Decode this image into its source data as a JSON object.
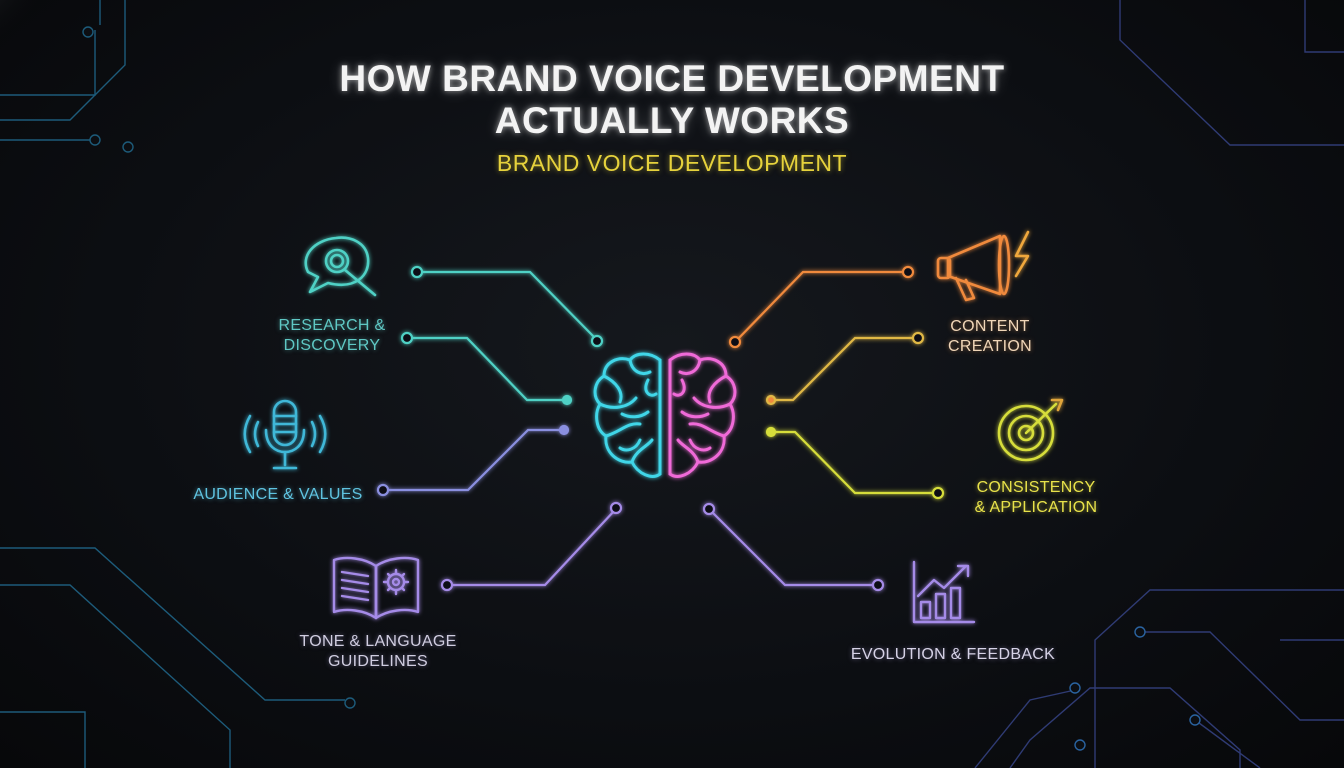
{
  "header": {
    "title_line_1": "HOW BRAND VOICE DEVELOPMENT",
    "title_line_2": "ACTUALLY WORKS",
    "subtitle": "BRAND VOICE DEVELOPMENT"
  },
  "center": {
    "icon": "brain-icon"
  },
  "nodes": [
    {
      "id": "research",
      "line1": "RESEARCH &",
      "line2": "DISCOVERY",
      "icon": "speech-bubble-magnifier-icon",
      "color": "#4fd1c5"
    },
    {
      "id": "audience",
      "line1": "AUDIENCE & VALUES",
      "line2": "",
      "icon": "microphone-icon",
      "color": "#3fb8d8"
    },
    {
      "id": "tone",
      "line1": "TONE & LANGUAGE",
      "line2": "GUIDELINES",
      "icon": "open-book-gear-icon",
      "color": "#a58be8"
    },
    {
      "id": "content",
      "line1": "CONTENT",
      "line2": "CREATION",
      "icon": "megaphone-icon",
      "color": "#f08a3c"
    },
    {
      "id": "consistency",
      "line1": "CONSISTENCY",
      "line2": "& APPLICATION",
      "icon": "target-arrow-icon",
      "color": "#d6dd3a"
    },
    {
      "id": "evolution",
      "line1": "EVOLUTION & FEEDBACK",
      "line2": "",
      "icon": "growth-chart-icon",
      "color": "#a58be8"
    }
  ]
}
